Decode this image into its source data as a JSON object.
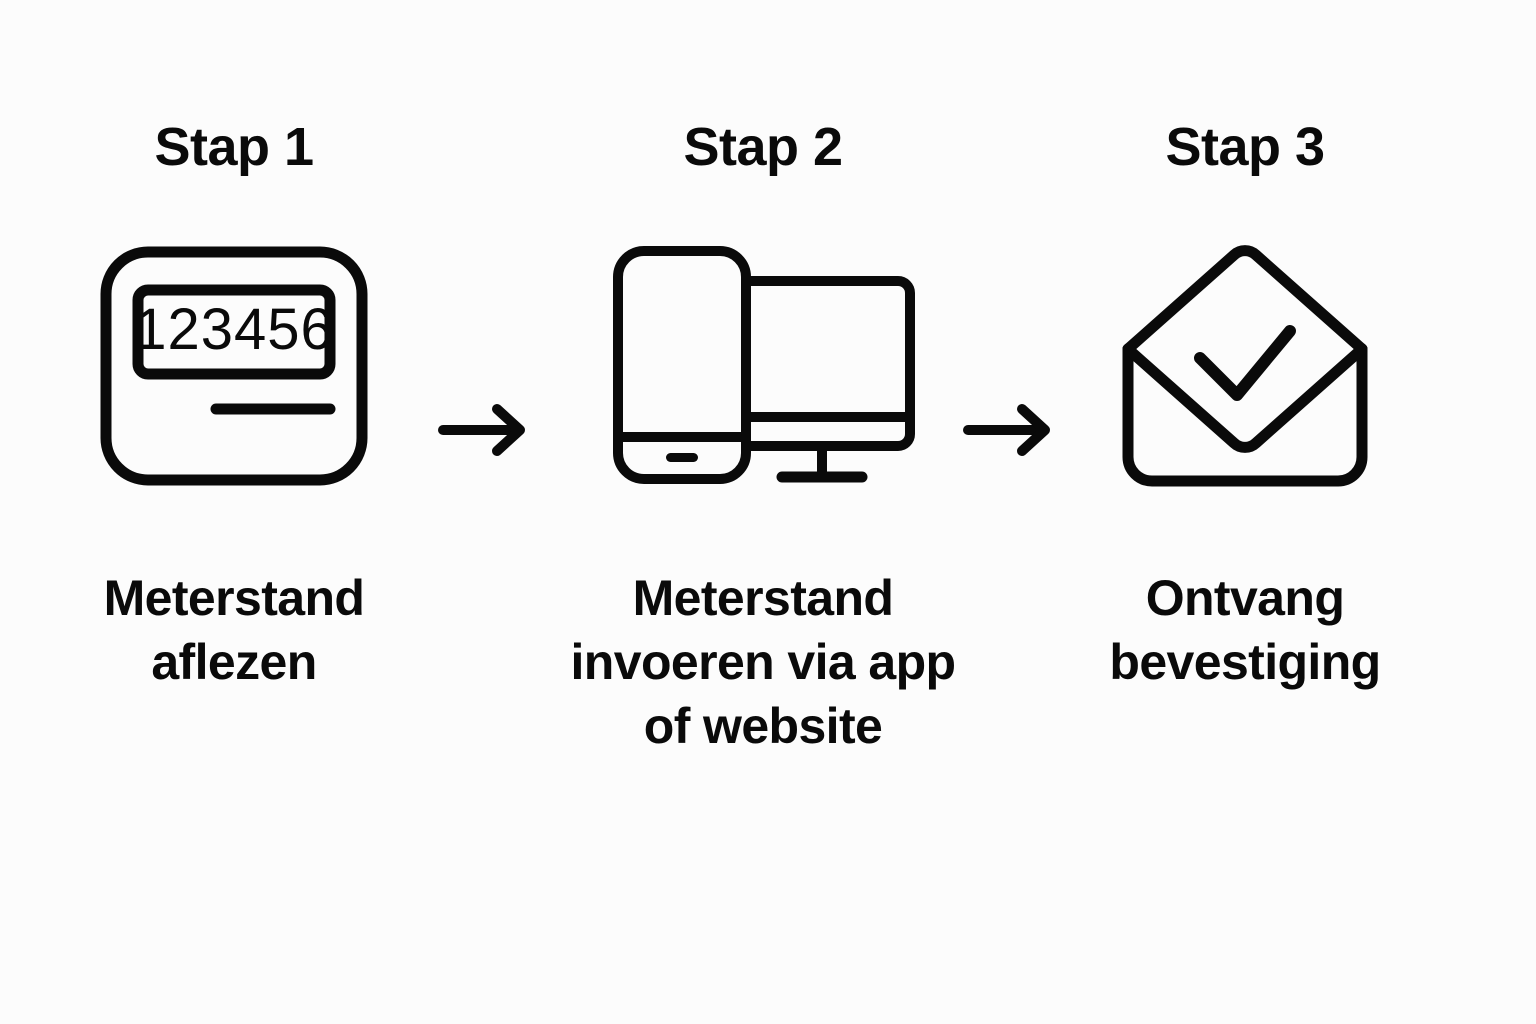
{
  "page": {
    "background_color": "#fcfcfc",
    "stroke_color": "#0a0a0a",
    "text_color": "#0a0a0a",
    "language": "nl"
  },
  "steps": [
    {
      "heading": "Stap 1",
      "icon": "meter-icon",
      "meter_reading": "123456",
      "caption_lines": [
        "Meterstand",
        "aflezen"
      ],
      "caption_text": "Meterstand aflezen"
    },
    {
      "heading": "Stap 2",
      "icon": "phone-and-monitor-icon",
      "caption_lines": [
        "Meterstand",
        "invoeren via app",
        "of website"
      ],
      "caption_text": "Meterstand invoeren via app of website"
    },
    {
      "heading": "Stap 3",
      "icon": "envelope-check-icon",
      "caption_lines": [
        "Ontvang",
        "bevestiging"
      ],
      "caption_text": "Ontvang bevestiging"
    }
  ],
  "connectors": [
    {
      "name": "arrow-right-icon",
      "from": "Stap 1",
      "to": "Stap 2"
    },
    {
      "name": "arrow-right-icon",
      "from": "Stap 2",
      "to": "Stap 3"
    }
  ]
}
